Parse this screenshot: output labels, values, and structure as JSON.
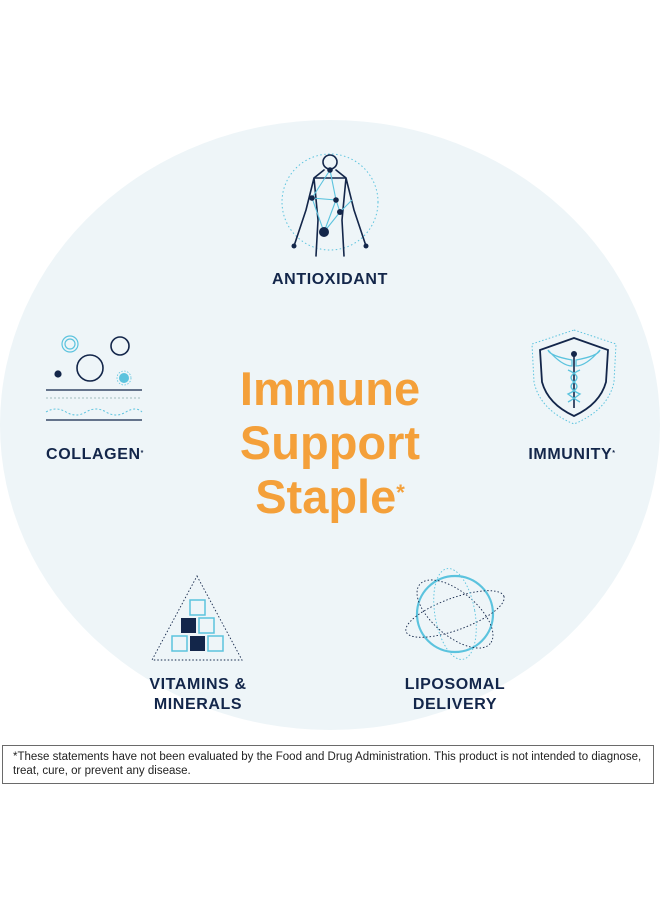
{
  "headline": {
    "line1": "Immune",
    "line2": "Support",
    "line3": "Staple",
    "mark": "*"
  },
  "benefits": {
    "antioxidant": {
      "label": "ANTIOXIDANT",
      "icon": "body-network-icon"
    },
    "collagen": {
      "label": "COLLAGEN",
      "mark": "*",
      "icon": "bubbles-layers-icon"
    },
    "immunity": {
      "label": "IMMUNITY",
      "mark": "*",
      "icon": "shield-caduceus-icon"
    },
    "vitamins": {
      "line1": "VITAMINS &",
      "line2": "MINERALS",
      "icon": "pyramid-blocks-icon"
    },
    "liposomal": {
      "line1": "LIPOSOMAL",
      "line2": "DELIVERY",
      "icon": "sphere-orbit-icon"
    }
  },
  "disclaimer": {
    "text": "*These statements have not been evaluated by the Food and Drug Administration. This product is not intended to diagnose, treat, cure, or prevent any disease."
  },
  "colors": {
    "navy": "#13264a",
    "cyan": "#5bc3de",
    "orange": "#f4a03a",
    "circle_bg": "#eef5f8"
  }
}
